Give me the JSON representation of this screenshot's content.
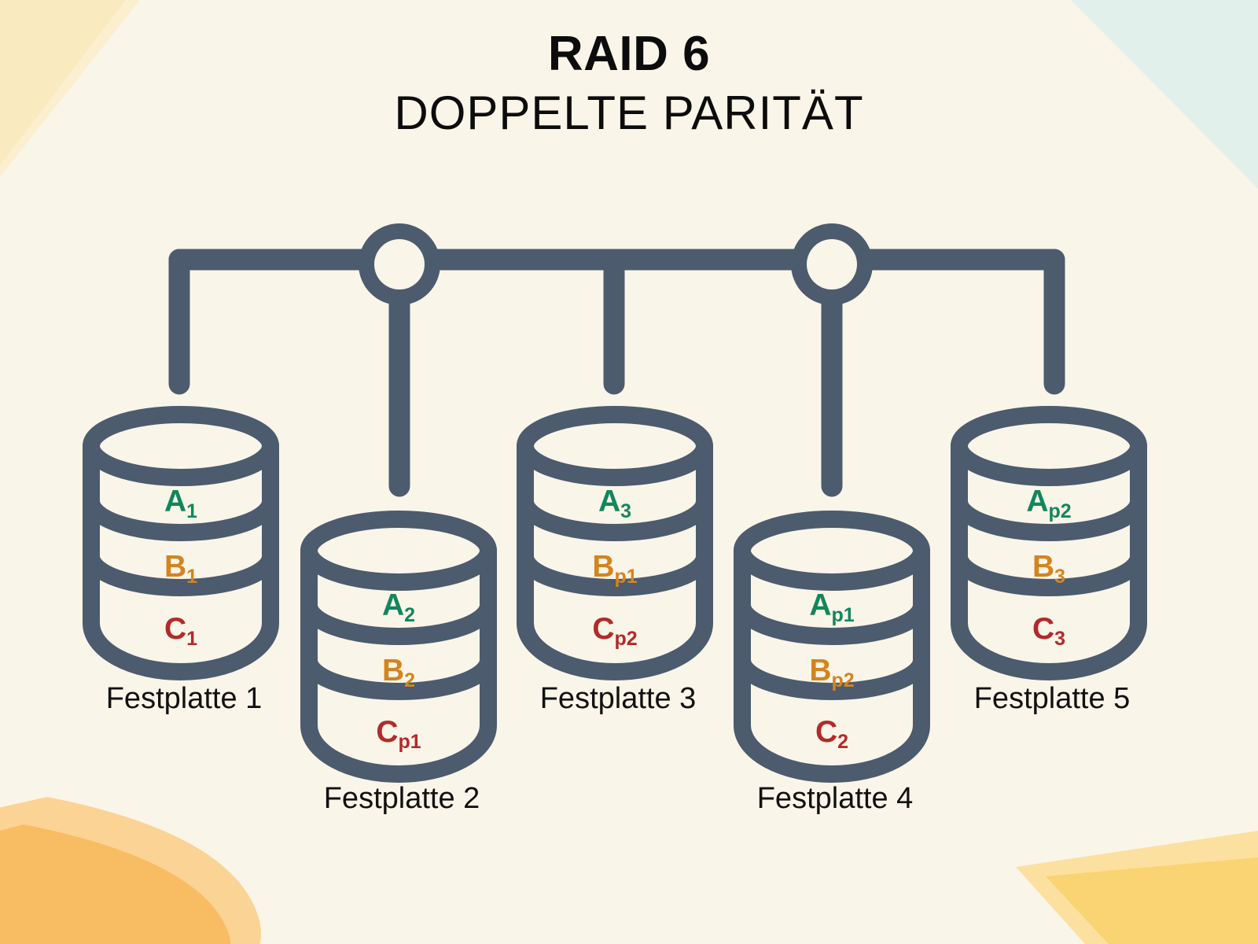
{
  "title": {
    "main": "RAID 6",
    "subtitle": "DOPPELTE PARITÄT"
  },
  "colors": {
    "background": "#FAF5E9",
    "outline": "#4C5B6E",
    "disk_fill": "#FAF5E9",
    "stripe_a": "#12865C",
    "stripe_b": "#D4841F",
    "stripe_c": "#B22A2A",
    "deco_yellow_pale": "#FAEAC0",
    "deco_mint": "#E2F0EC",
    "deco_orange": "#F8BC63",
    "deco_orange_light": "#FBD394",
    "deco_yellow": "#FAD372",
    "deco_yellow_light": "#FBE0A0"
  },
  "disks": [
    {
      "caption": "Festplatte 1",
      "blocks": [
        {
          "base": "A",
          "sub": "1",
          "color": "#12865C"
        },
        {
          "base": "B",
          "sub": "1",
          "color": "#D4841F"
        },
        {
          "base": "C",
          "sub": "1",
          "color": "#B22A2A"
        }
      ]
    },
    {
      "caption": "Festplatte 2",
      "blocks": [
        {
          "base": "A",
          "sub": "2",
          "color": "#12865C"
        },
        {
          "base": "B",
          "sub": "2",
          "color": "#D4841F"
        },
        {
          "base": "C",
          "sub": "p1",
          "color": "#B22A2A"
        }
      ]
    },
    {
      "caption": "Festplatte 3",
      "blocks": [
        {
          "base": "A",
          "sub": "3",
          "color": "#12865C"
        },
        {
          "base": "B",
          "sub": "p1",
          "color": "#D4841F"
        },
        {
          "base": "C",
          "sub": "p2",
          "color": "#B22A2A"
        }
      ]
    },
    {
      "caption": "Festplatte 4",
      "blocks": [
        {
          "base": "A",
          "sub": "p1",
          "color": "#12865C"
        },
        {
          "base": "B",
          "sub": "p2",
          "color": "#D4841F"
        },
        {
          "base": "C",
          "sub": "2",
          "color": "#B22A2A"
        }
      ]
    },
    {
      "caption": "Festplatte 5",
      "blocks": [
        {
          "base": "A",
          "sub": "p2",
          "color": "#12865C"
        },
        {
          "base": "B",
          "sub": "3",
          "color": "#D4841F"
        },
        {
          "base": "C",
          "sub": "3",
          "color": "#B22A2A"
        }
      ]
    }
  ],
  "connector": {
    "bus_label": "raid-controller-bus",
    "node_count": 2,
    "drop_count": 4
  }
}
